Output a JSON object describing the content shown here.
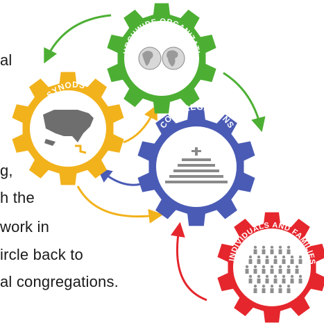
{
  "body_text": {
    "line1": "al",
    "line2": "g,",
    "line3": "h the",
    "line4": "work in",
    "line5": "ircle back to",
    "line6": "al congregations."
  },
  "gears": {
    "churchwide": {
      "label": "CHURCHWIDE ORGANIZATION",
      "color": "#4caf33",
      "icon": "world-map-icon"
    },
    "synods": {
      "label": "SYNODS",
      "color": "#f2b21c",
      "icon": "us-map-icon"
    },
    "congregations": {
      "label": "CONGREGATIONS",
      "color": "#4a5bb5",
      "icon": "church-steps-icon"
    },
    "individuals": {
      "label": "INDIVIDUALS AND FAMILIES",
      "color": "#e5262d",
      "icon": "people-crowd-icon"
    }
  }
}
